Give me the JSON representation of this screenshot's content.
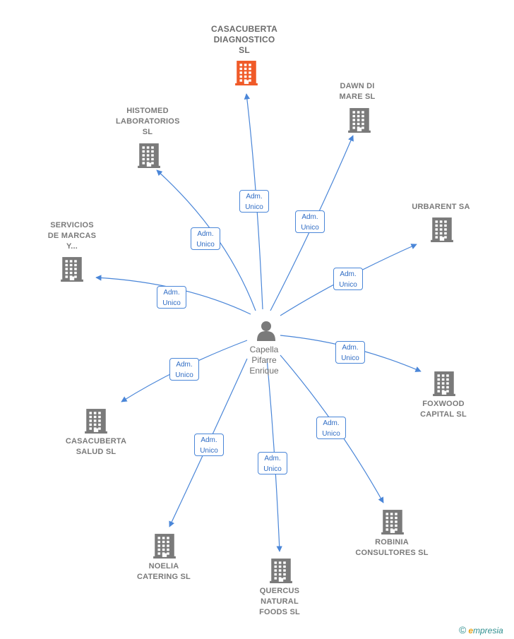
{
  "center": {
    "name": "Capella\nPifarre\nEnrique",
    "icon": "person-icon"
  },
  "relation_label": "Adm.\nUnico",
  "companies": [
    {
      "id": "casacuberta-diagnostico",
      "name": "CASACUBERTA\nDIAGNOSTICO\nSL",
      "highlight": true
    },
    {
      "id": "dawn-di-mare",
      "name": "DAWN DI\nMARE SL",
      "highlight": false
    },
    {
      "id": "histomed",
      "name": "HISTOMED\nLABORATORIOS\nSL",
      "highlight": false
    },
    {
      "id": "urbarent",
      "name": "URBARENT SA",
      "highlight": false
    },
    {
      "id": "servicios-de-marcas",
      "name": "SERVICIOS\nDE MARCAS\nY...",
      "highlight": false
    },
    {
      "id": "foxwood",
      "name": "FOXWOOD\nCAPITAL SL",
      "highlight": false
    },
    {
      "id": "casacuberta-salud",
      "name": "CASACUBERTA\nSALUD  SL",
      "highlight": false
    },
    {
      "id": "robinia",
      "name": "ROBINIA\nCONSULTORES SL",
      "highlight": false
    },
    {
      "id": "noelia",
      "name": "NOELIA\nCATERING  SL",
      "highlight": false
    },
    {
      "id": "quercus",
      "name": "QUERCUS\nNATURAL\nFOODS  SL",
      "highlight": false
    }
  ],
  "colors": {
    "edge": "#4a86d8",
    "building": "#7a7a7a",
    "building_highlight": "#f05a28",
    "person": "#7a7a7a"
  },
  "brand": {
    "symbol": "©",
    "initial": "e",
    "rest": "mpresia"
  }
}
